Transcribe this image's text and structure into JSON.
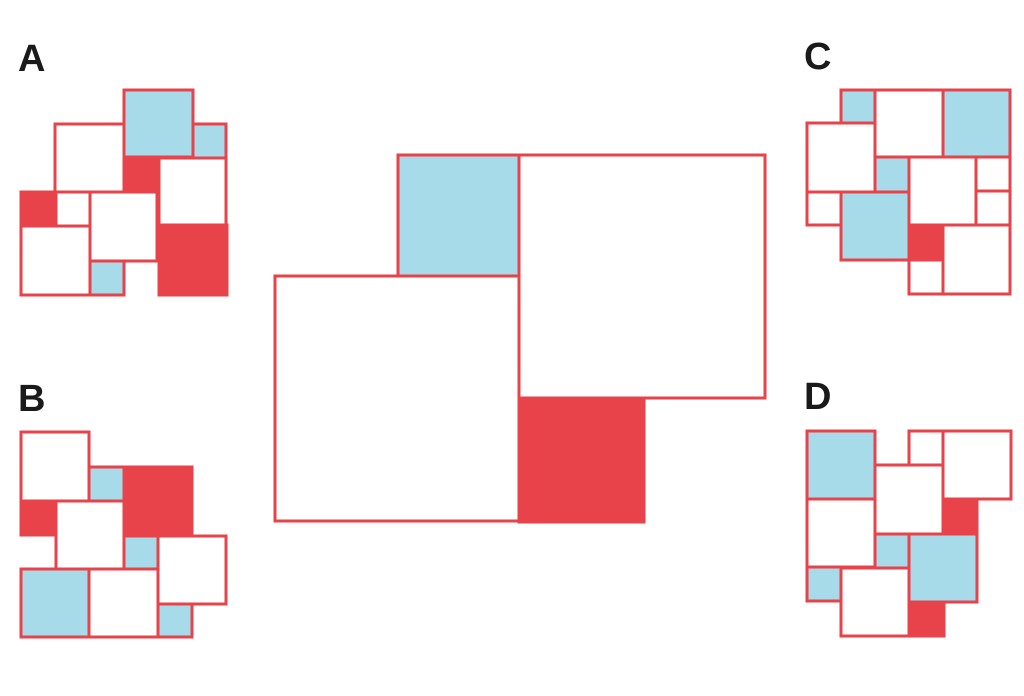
{
  "colors": {
    "outline": "#e8434a",
    "blue": "#a8dbea",
    "red": "#e8434a",
    "white": "#ffffff",
    "label": "#1a1a1a"
  },
  "options": {
    "a": {
      "label": "A"
    },
    "b": {
      "label": "B"
    },
    "c": {
      "label": "C"
    },
    "d": {
      "label": "D"
    }
  }
}
